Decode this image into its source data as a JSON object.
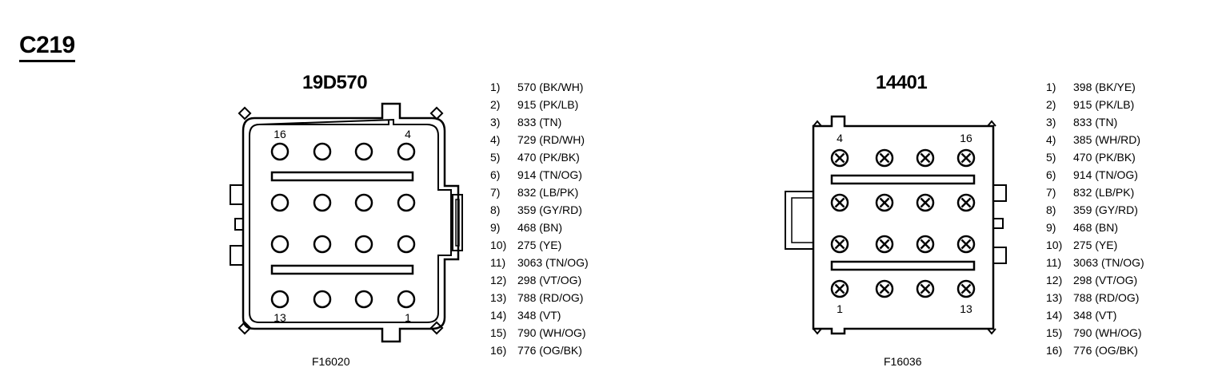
{
  "connector_id": "C219",
  "left": {
    "part_number": "19D570",
    "figure_id": "F16020",
    "corner_labels": {
      "top_left": "16",
      "top_right": "4",
      "bottom_left": "13",
      "bottom_right": "1"
    },
    "pins": [
      {
        "n": "1)",
        "circuit": "570 (BK/WH)"
      },
      {
        "n": "2)",
        "circuit": "915 (PK/LB)"
      },
      {
        "n": "3)",
        "circuit": "833 (TN)"
      },
      {
        "n": "4)",
        "circuit": "729 (RD/WH)"
      },
      {
        "n": "5)",
        "circuit": "470 (PK/BK)"
      },
      {
        "n": "6)",
        "circuit": "914 (TN/OG)"
      },
      {
        "n": "7)",
        "circuit": "832 (LB/PK)"
      },
      {
        "n": "8)",
        "circuit": "359 (GY/RD)"
      },
      {
        "n": "9)",
        "circuit": "468 (BN)"
      },
      {
        "n": "10)",
        "circuit": "275 (YE)"
      },
      {
        "n": "11)",
        "circuit": "3063 (TN/OG)"
      },
      {
        "n": "12)",
        "circuit": "298 (VT/OG)"
      },
      {
        "n": "13)",
        "circuit": "788 (RD/OG)"
      },
      {
        "n": "14)",
        "circuit": "348 (VT)"
      },
      {
        "n": "15)",
        "circuit": "790 (WH/OG)"
      },
      {
        "n": "16)",
        "circuit": "776 (OG/BK)"
      }
    ]
  },
  "right": {
    "part_number": "14401",
    "figure_id": "F16036",
    "corner_labels": {
      "top_left": "4",
      "top_right": "16",
      "bottom_left": "1",
      "bottom_right": "13"
    },
    "pins": [
      {
        "n": "1)",
        "circuit": "398 (BK/YE)"
      },
      {
        "n": "2)",
        "circuit": "915 (PK/LB)"
      },
      {
        "n": "3)",
        "circuit": "833 (TN)"
      },
      {
        "n": "4)",
        "circuit": "385 (WH/RD)"
      },
      {
        "n": "5)",
        "circuit": "470 (PK/BK)"
      },
      {
        "n": "6)",
        "circuit": "914 (TN/OG)"
      },
      {
        "n": "7)",
        "circuit": "832 (LB/PK)"
      },
      {
        "n": "8)",
        "circuit": "359 (GY/RD)"
      },
      {
        "n": "9)",
        "circuit": "468 (BN)"
      },
      {
        "n": "10)",
        "circuit": "275 (YE)"
      },
      {
        "n": "11)",
        "circuit": "3063 (TN/OG)"
      },
      {
        "n": "12)",
        "circuit": "298 (VT/OG)"
      },
      {
        "n": "13)",
        "circuit": "788 (RD/OG)"
      },
      {
        "n": "14)",
        "circuit": "348 (VT)"
      },
      {
        "n": "15)",
        "circuit": "790 (WH/OG)"
      },
      {
        "n": "16)",
        "circuit": "776 (OG/BK)"
      }
    ]
  }
}
